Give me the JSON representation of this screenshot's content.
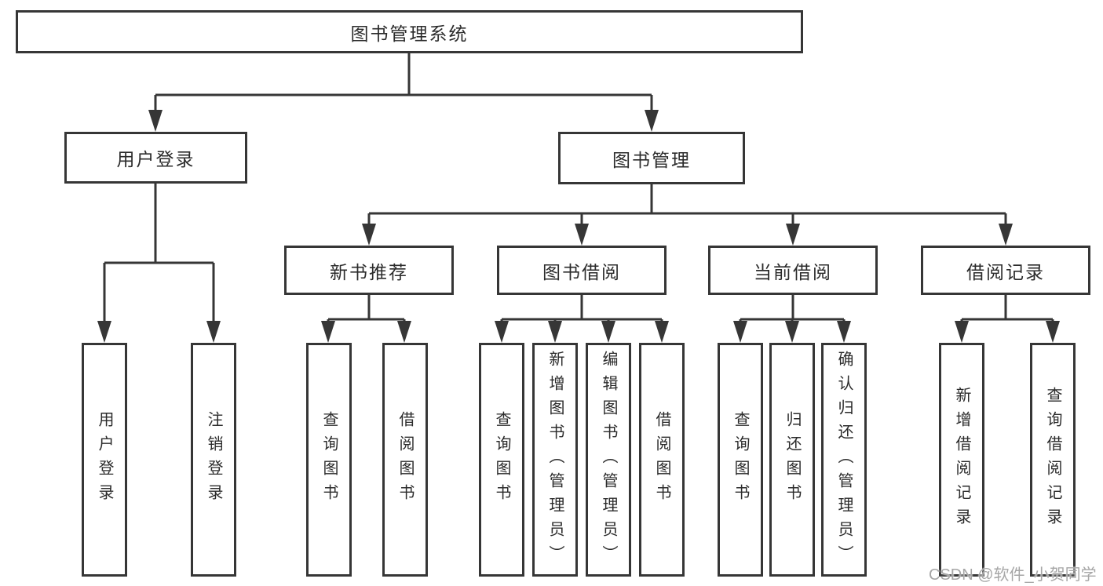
{
  "tree": {
    "root": {
      "label": "图书管理系统",
      "children": [
        {
          "label": "用户登录",
          "children": [
            {
              "label": "用户登录"
            },
            {
              "label": "注销登录"
            }
          ]
        },
        {
          "label": "图书管理",
          "children": [
            {
              "label": "新书推荐",
              "children": [
                {
                  "label": "查询图书"
                },
                {
                  "label": "借阅图书"
                }
              ]
            },
            {
              "label": "图书借阅",
              "children": [
                {
                  "label": "查询图书"
                },
                {
                  "label": "新增图书（管理员）"
                },
                {
                  "label": "编辑图书（管理员）"
                },
                {
                  "label": "借阅图书"
                }
              ]
            },
            {
              "label": "当前借阅",
              "children": [
                {
                  "label": "查询图书"
                },
                {
                  "label": "归还图书"
                },
                {
                  "label": "确认归还（管理员）"
                }
              ]
            },
            {
              "label": "借阅记录",
              "children": [
                {
                  "label": "新增借阅记录"
                },
                {
                  "label": "查询借阅记录"
                }
              ]
            }
          ]
        }
      ]
    }
  },
  "watermark": {
    "text": "CSDN @软件_小贺同学"
  },
  "colors": {
    "line": "#363636",
    "text": "#2b2b2b",
    "background": "#ffffff",
    "watermark": "#9e9e9e"
  }
}
